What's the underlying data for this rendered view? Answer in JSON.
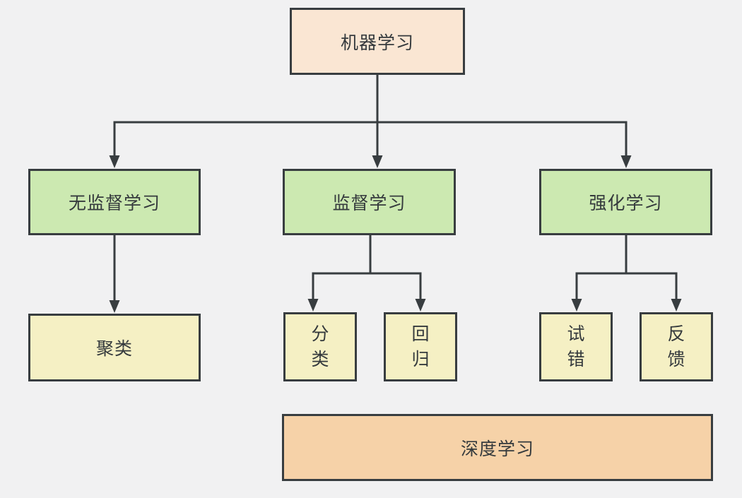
{
  "background_color": "#f1f1f2",
  "stroke_color": "#383d40",
  "text_color": "#353a3d",
  "diagram": {
    "type": "flowchart",
    "nodes": [
      {
        "id": "machine-learning",
        "label": "机器学习",
        "fill": "#fae6d3",
        "shape": "rect"
      },
      {
        "id": "unsupervised-learning",
        "label": "无监督学习",
        "fill": "#cce9b1",
        "shape": "rect"
      },
      {
        "id": "supervised-learning",
        "label": "监督学习",
        "fill": "#cce9b1",
        "shape": "rect"
      },
      {
        "id": "reinforcement-learning",
        "label": "强化学习",
        "fill": "#cce9b1",
        "shape": "rect"
      },
      {
        "id": "clustering",
        "label": "聚类",
        "fill": "#f5f0c4",
        "shape": "rect"
      },
      {
        "id": "classification",
        "label": "分类",
        "fill": "#f5f0c4",
        "shape": "rect"
      },
      {
        "id": "regression",
        "label": "回归",
        "fill": "#f5f0c4",
        "shape": "rect"
      },
      {
        "id": "trial-and-error",
        "label": "试错",
        "fill": "#f5f0c4",
        "shape": "rect"
      },
      {
        "id": "feedback",
        "label": "反馈",
        "fill": "#f5f0c4",
        "shape": "rect"
      },
      {
        "id": "deep-learning",
        "label": "深度学习",
        "fill": "#f6d2a8",
        "shape": "rect"
      }
    ],
    "edges": [
      {
        "from": "machine-learning",
        "to": "unsupervised-learning"
      },
      {
        "from": "machine-learning",
        "to": "supervised-learning"
      },
      {
        "from": "machine-learning",
        "to": "reinforcement-learning"
      },
      {
        "from": "unsupervised-learning",
        "to": "clustering"
      },
      {
        "from": "supervised-learning",
        "to": "classification"
      },
      {
        "from": "supervised-learning",
        "to": "regression"
      },
      {
        "from": "reinforcement-learning",
        "to": "trial-and-error"
      },
      {
        "from": "reinforcement-learning",
        "to": "feedback"
      }
    ]
  }
}
